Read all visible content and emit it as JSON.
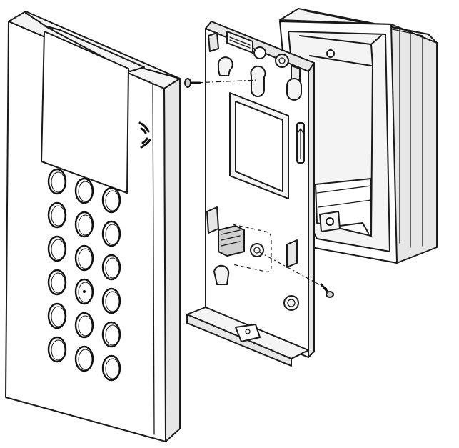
{
  "figure": {
    "kind": "exploded-installation-view",
    "parts": [
      {
        "id": "front-panel",
        "icon": "keypad-panel-icon"
      },
      {
        "id": "mounting-plate",
        "icon": "bracket-icon"
      },
      {
        "id": "junction-box",
        "icon": "box-icon"
      },
      {
        "id": "screw-top",
        "icon": "screw-icon"
      },
      {
        "id": "screw-bottom",
        "icon": "screw-icon"
      }
    ],
    "keypad": {
      "rows": 6,
      "columns": 3
    }
  },
  "colors": {
    "line": "#1a1a1a",
    "background": "#ffffff",
    "face_light": "#f4f4f4",
    "face_mid": "#e6e6e6",
    "face_dark": "#d0d0d0"
  }
}
